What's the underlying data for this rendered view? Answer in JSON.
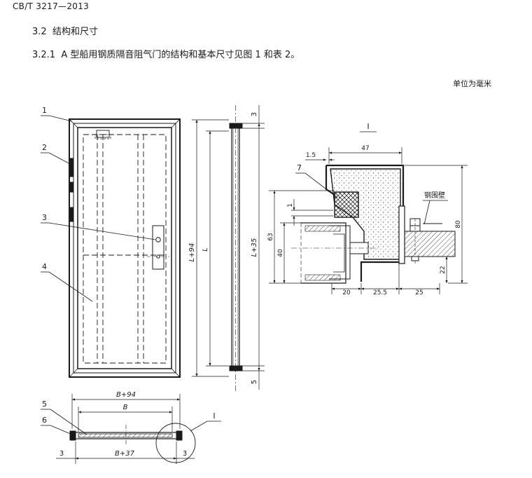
{
  "header": {
    "standard_code": "CB/T 3217—2013"
  },
  "section": {
    "number": "3.2",
    "title": "结构和尺寸"
  },
  "subsection": {
    "number": "3.2.1",
    "text": "A 型船用钢质隔音阻气门的结构和基本尺寸见图 1 和表 2。"
  },
  "unit_note": "单位为毫米",
  "figure": {
    "callouts": [
      "1",
      "2",
      "3",
      "4",
      "5",
      "6",
      "7"
    ],
    "detail_mark": "I",
    "wall_label": "钢围壁",
    "dims_side": {
      "height_total": "L+94",
      "height_inner": "L",
      "height_frame": "L+35",
      "top_gap": "3",
      "bottom_gap": "5"
    },
    "dims_plan": {
      "width_total": "B+94",
      "width_inner": "B",
      "width_frame": "B+37",
      "left_gap": "3",
      "right_gap": "3"
    },
    "dims_detail": {
      "top_width": "47",
      "offset": "1.5",
      "height_total": "80",
      "height_63": "63",
      "height_40": "40",
      "small_1": "1",
      "height_22": "22",
      "bottom_20": "20",
      "bottom_25_5": "25.5",
      "bottom_25": "25"
    }
  }
}
